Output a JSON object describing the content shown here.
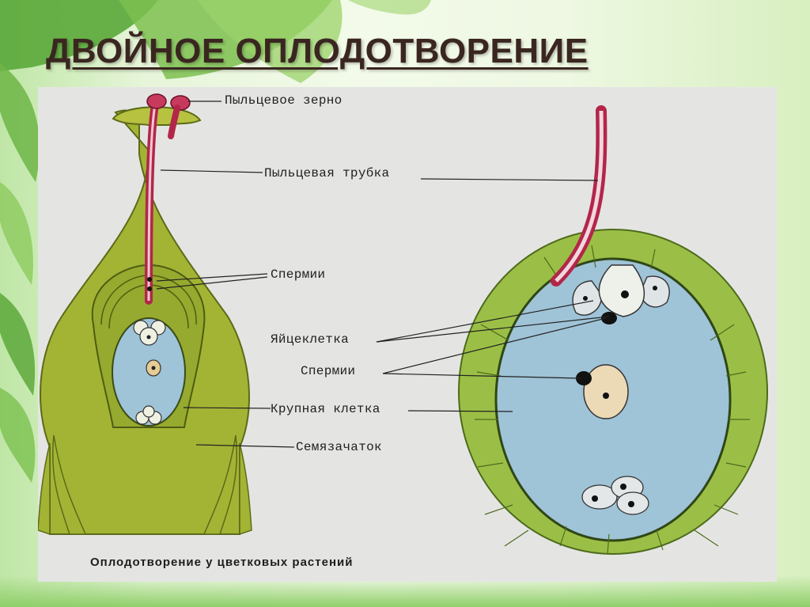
{
  "slide": {
    "title": "ДВОЙНОЕ ОПЛОДОТВОРЕНИЕ"
  },
  "diagram": {
    "labels": {
      "pollen_grain": "Пыльцевое зерно",
      "pollen_tube": "Пыльцевая трубка",
      "sperm_top": "Спермии",
      "egg_cell": "Яйцеклетка",
      "sperm_middle": "Спермии",
      "large_cell": "Крупная клетка",
      "ovule": "Семязачаток"
    },
    "caption": "Оплодотворение у цветковых растений"
  },
  "colors": {
    "pistil_green": "#a3b435",
    "ovule_wall": "#9bbf46",
    "embryo_sac": "#9fc3d7",
    "pollen_tube": "#b3264a",
    "panel": "#e4e5e3"
  }
}
